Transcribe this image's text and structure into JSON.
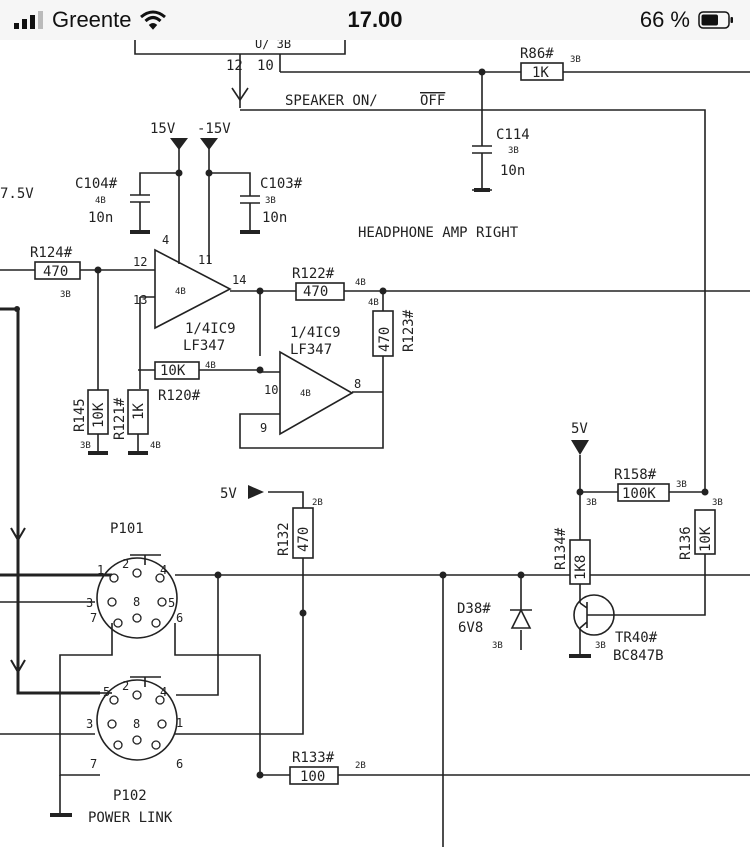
{
  "status_bar": {
    "carrier": "Greente",
    "time": "17.00",
    "battery_percent": "66 %",
    "battery_level": 0.66,
    "icons": [
      "signal-bars-icon",
      "wifi-icon",
      "battery-icon"
    ]
  },
  "schematic": {
    "top_block_partial": "U/ 3B",
    "pins_top": [
      "12",
      "10"
    ],
    "signal_speaker": "SPEAKER ON/",
    "signal_speaker_off": "OFF",
    "title": "HEADPHONE AMP RIGHT",
    "partial_left_label": "7.5V",
    "rails": {
      "pos": "15V",
      "neg": "-15V"
    },
    "components": {
      "r86": {
        "ref": "R86#",
        "value": "1K",
        "grid": "3B"
      },
      "c114": {
        "ref": "C114",
        "value": "10n",
        "grid": "3B"
      },
      "c104": {
        "ref": "C104#",
        "value": "10n",
        "grid": "4B"
      },
      "c103": {
        "ref": "C103#",
        "value": "10n",
        "grid": "3B"
      },
      "r124": {
        "ref": "R124#",
        "value": "470",
        "grid": "3B"
      },
      "r122": {
        "ref": "R122#",
        "value": "470",
        "grid": "4B"
      },
      "r123": {
        "ref": "R123#",
        "value": "470",
        "grid": "4B"
      },
      "r120": {
        "ref": "R120#",
        "value": "10K",
        "grid": "4B"
      },
      "r145": {
        "ref": "R145",
        "value": "10K",
        "grid": "3B"
      },
      "r121": {
        "ref": "R121#",
        "value": "1K",
        "grid": "4B"
      },
      "r132": {
        "ref": "R132",
        "value": "470",
        "grid": "2B"
      },
      "r133": {
        "ref": "R133#",
        "value": "100",
        "grid": "2B"
      },
      "r134": {
        "ref": "R134#",
        "value": "1K8",
        "grid": "3B"
      },
      "r136": {
        "ref": "R136",
        "value": "10K",
        "grid": "3B"
      },
      "r158": {
        "ref": "R158#",
        "value": "100K",
        "grid": "3B"
      },
      "d38": {
        "ref": "D38#",
        "value": "6V8",
        "grid": "3B"
      },
      "tr40": {
        "ref": "TR40#",
        "value": "BC847B",
        "grid": "3B"
      },
      "ic9a": {
        "part": "1/4IC9",
        "type": "LF347",
        "grid": "4B",
        "pins": [
          "4",
          "11",
          "12",
          "13",
          "14"
        ]
      },
      "ic9b": {
        "part": "1/4IC9",
        "type": "LF347",
        "grid": "4B",
        "pins": [
          "10",
          "9",
          "8"
        ]
      }
    },
    "connectors": {
      "p101": {
        "ref": "P101",
        "pins": [
          "1",
          "2",
          "3",
          "4",
          "5",
          "6",
          "7",
          "8"
        ]
      },
      "p102": {
        "ref": "P102",
        "name": "POWER LINK",
        "pins": [
          "1",
          "2",
          "3",
          "4",
          "5",
          "6",
          "7",
          "8"
        ]
      }
    },
    "supply_5v": "5V"
  }
}
